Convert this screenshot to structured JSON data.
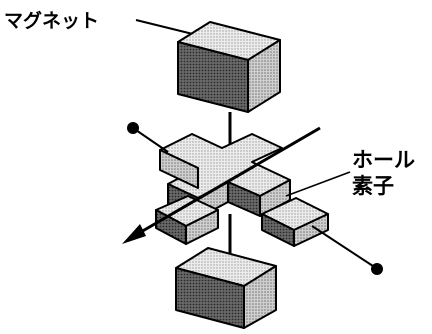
{
  "labels": {
    "magnet": "マグネット",
    "hall_element_line1": "ホール",
    "hall_element_line2": "素子"
  },
  "colors": {
    "ink": "#000000",
    "light_fill": "#d9d9d9",
    "side_fill": "#b8b8b8",
    "dark_fill": "#5a5a5a",
    "background": "#ffffff"
  }
}
